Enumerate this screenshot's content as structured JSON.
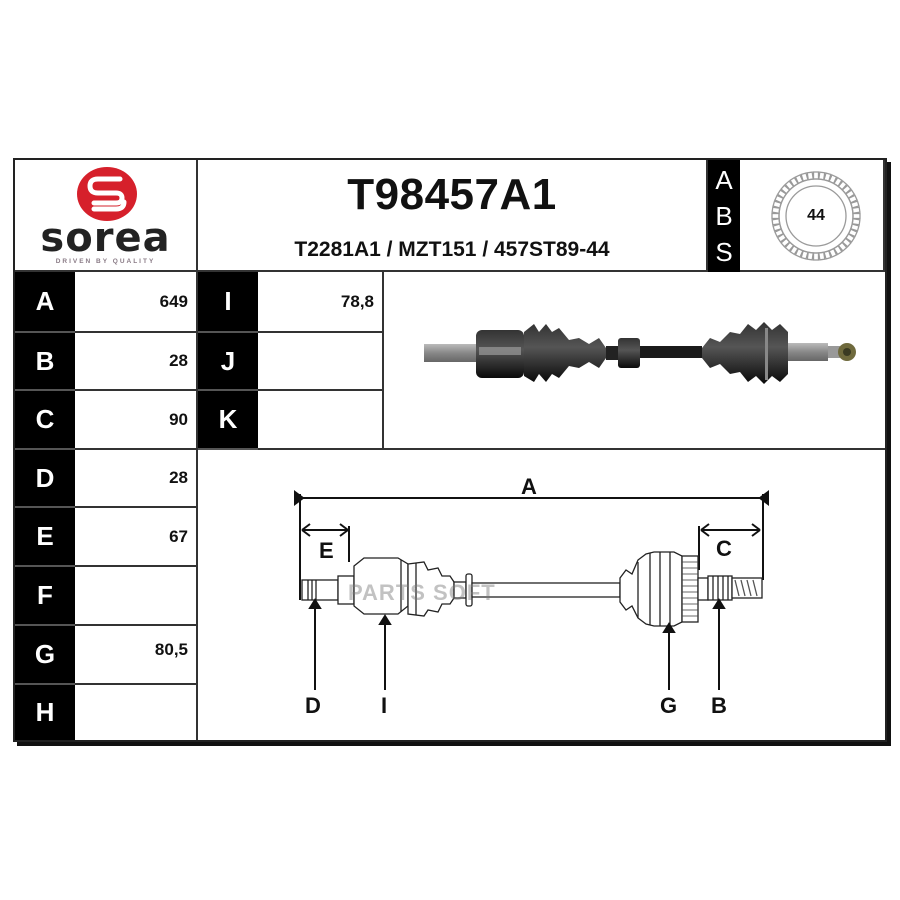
{
  "header": {
    "brand": {
      "name": "sorea",
      "tagline": "DRIVEN BY QUALITY",
      "color": "#d6202b"
    },
    "part_number": "T98457A1",
    "cross_references": "T2281A1 / MZT151 / 457ST89-44",
    "abs": {
      "letters": [
        "A",
        "B",
        "S"
      ],
      "teeth_count": "44",
      "icon": "abs-tone-ring-gear-icon"
    }
  },
  "dimensions_left": [
    {
      "label": "A",
      "value": "649"
    },
    {
      "label": "B",
      "value": "28"
    },
    {
      "label": "C",
      "value": "90"
    },
    {
      "label": "D",
      "value": "28"
    },
    {
      "label": "E",
      "value": "67"
    },
    {
      "label": "F",
      "value": ""
    },
    {
      "label": "G",
      "value": "80,5"
    },
    {
      "label": "H",
      "value": ""
    }
  ],
  "dimensions_right": [
    {
      "label": "I",
      "value": "78,8"
    },
    {
      "label": "J",
      "value": ""
    },
    {
      "label": "K",
      "value": ""
    }
  ],
  "photo": {
    "subject": "drive-shaft-photo"
  },
  "diagram": {
    "labels": {
      "A": "A",
      "C": "C",
      "E": "E",
      "D": "D",
      "I": "I",
      "G": "G",
      "B": "B"
    },
    "watermark": "PARTS SOFT"
  }
}
